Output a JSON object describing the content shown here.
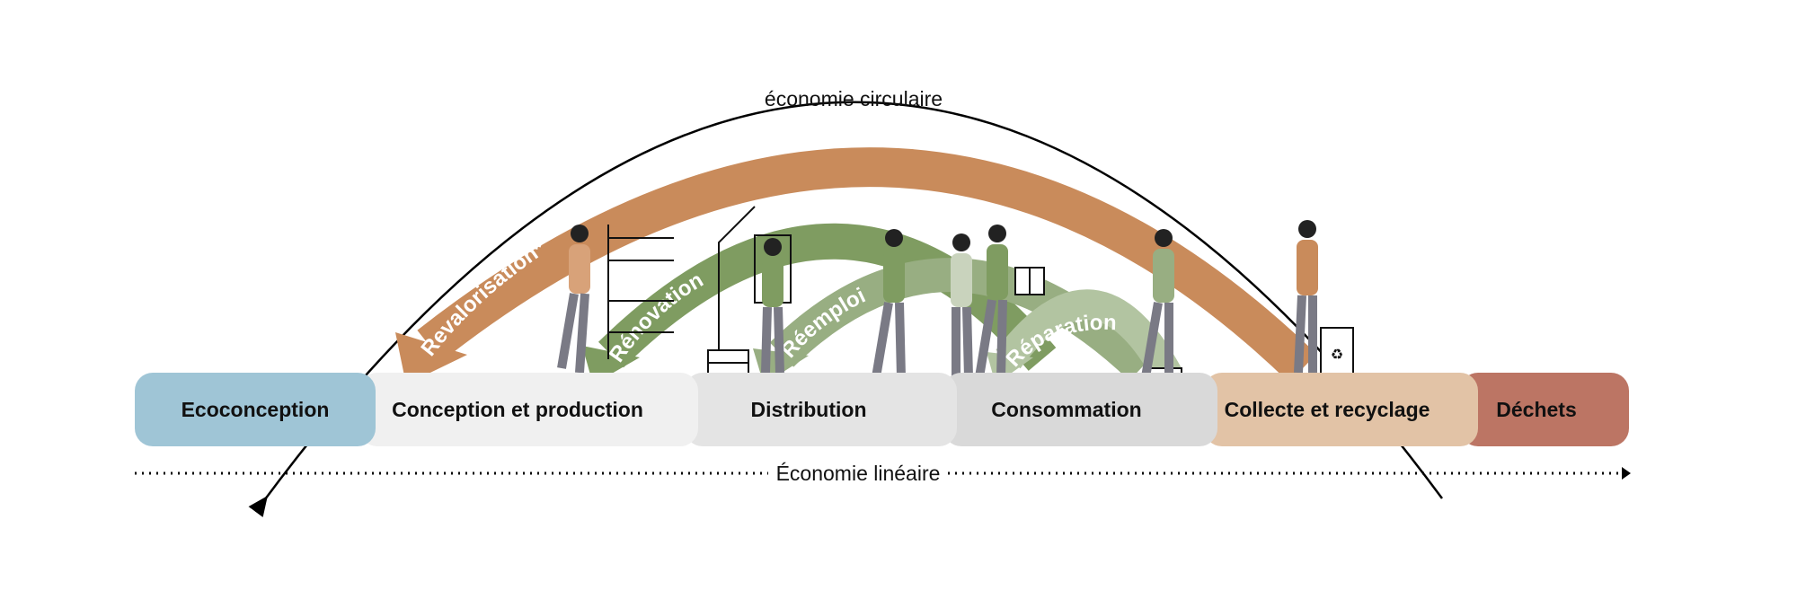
{
  "circular_title": "économie circulaire",
  "linear_title": "Économie linéaire",
  "stages": [
    {
      "label": "Ecoconception",
      "color": "#9fc5d6"
    },
    {
      "label": "Conception et production",
      "color": "#f0f0f0"
    },
    {
      "label": "Distribution",
      "color": "#e4e4e4"
    },
    {
      "label": "Consommation",
      "color": "#d9d9d9"
    },
    {
      "label": "Collecte et recyclage",
      "color": "#e2c3a6"
    },
    {
      "label": "Déchets",
      "color": "#bc7564"
    }
  ],
  "loops": [
    {
      "label": "Revalorisation*",
      "color": "#c98b5b"
    },
    {
      "label": "Rénovation",
      "color": "#7f9c61"
    },
    {
      "label": "Réemploi",
      "color": "#98ae82"
    },
    {
      "label": "Réparation",
      "color": "#b2c4a1"
    }
  ]
}
